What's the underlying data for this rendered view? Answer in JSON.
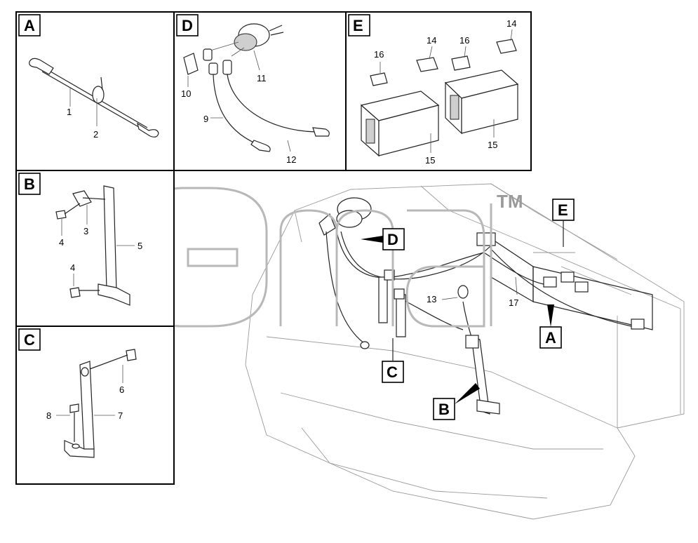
{
  "panels": [
    {
      "letter": "A",
      "labels": [
        "1",
        "2"
      ]
    },
    {
      "letter": "B",
      "labels": [
        "3",
        "4",
        "4",
        "5"
      ]
    },
    {
      "letter": "C",
      "labels": [
        "6",
        "7",
        "8"
      ]
    },
    {
      "letter": "D",
      "labels": [
        "9",
        "10",
        "11",
        "12"
      ]
    },
    {
      "letter": "E",
      "labels": [
        "14",
        "14",
        "15",
        "15",
        "16",
        "16"
      ]
    }
  ],
  "main_callouts": {
    "letters": [
      "A",
      "B",
      "C",
      "D",
      "E"
    ],
    "numbers": [
      "13",
      "17"
    ]
  },
  "watermark": {
    "text": "TM"
  }
}
